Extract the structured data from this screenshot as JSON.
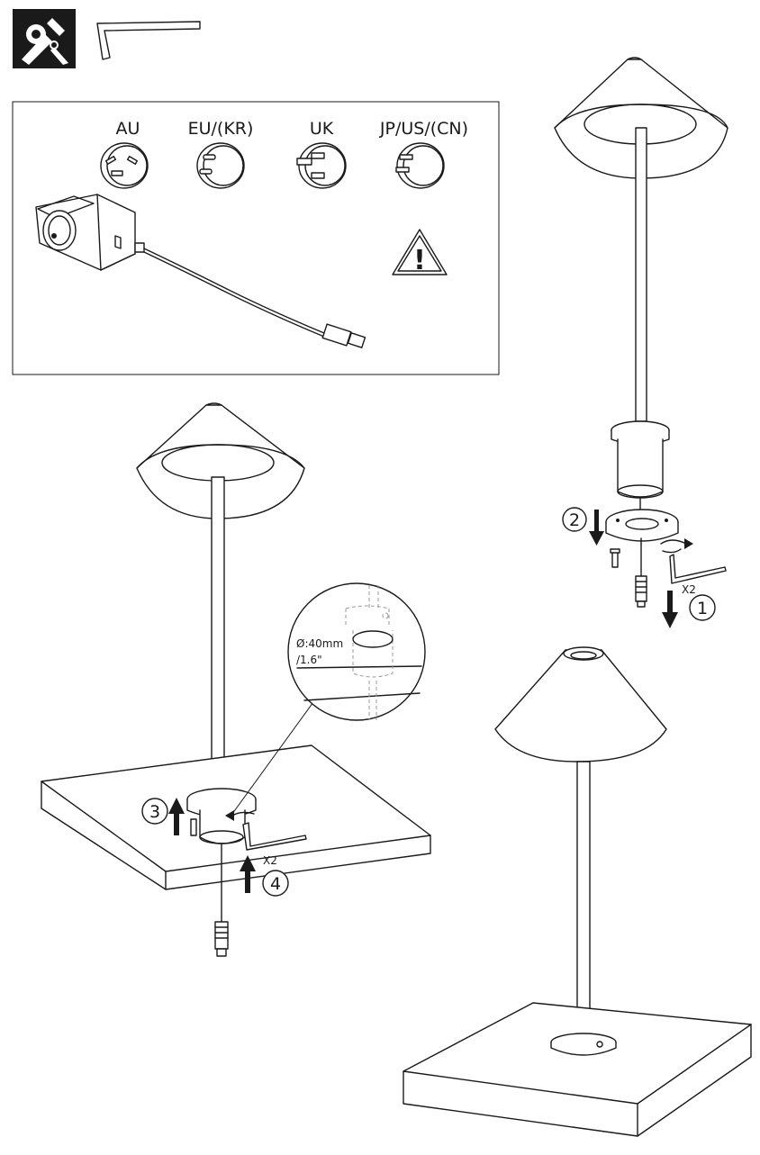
{
  "plugs": [
    {
      "label": "AU"
    },
    {
      "label": "EU/(KR)"
    },
    {
      "label": "UK"
    },
    {
      "label": "JP/US/(CN)"
    }
  ],
  "warning_symbol": "!",
  "hole_size": {
    "metric": "Ø:40mm",
    "imperial": "/1.6\""
  },
  "steps": {
    "step1": "1",
    "step2": "2",
    "step3": "3",
    "step4": "4",
    "qty_top": "X2",
    "qty_bottom": "X2"
  },
  "icons": [
    "tools-required-icon",
    "allen-key-icon",
    "warning-triangle-icon",
    "rotate-arrow-icon",
    "down-arrow-icon",
    "up-arrow-icon"
  ]
}
